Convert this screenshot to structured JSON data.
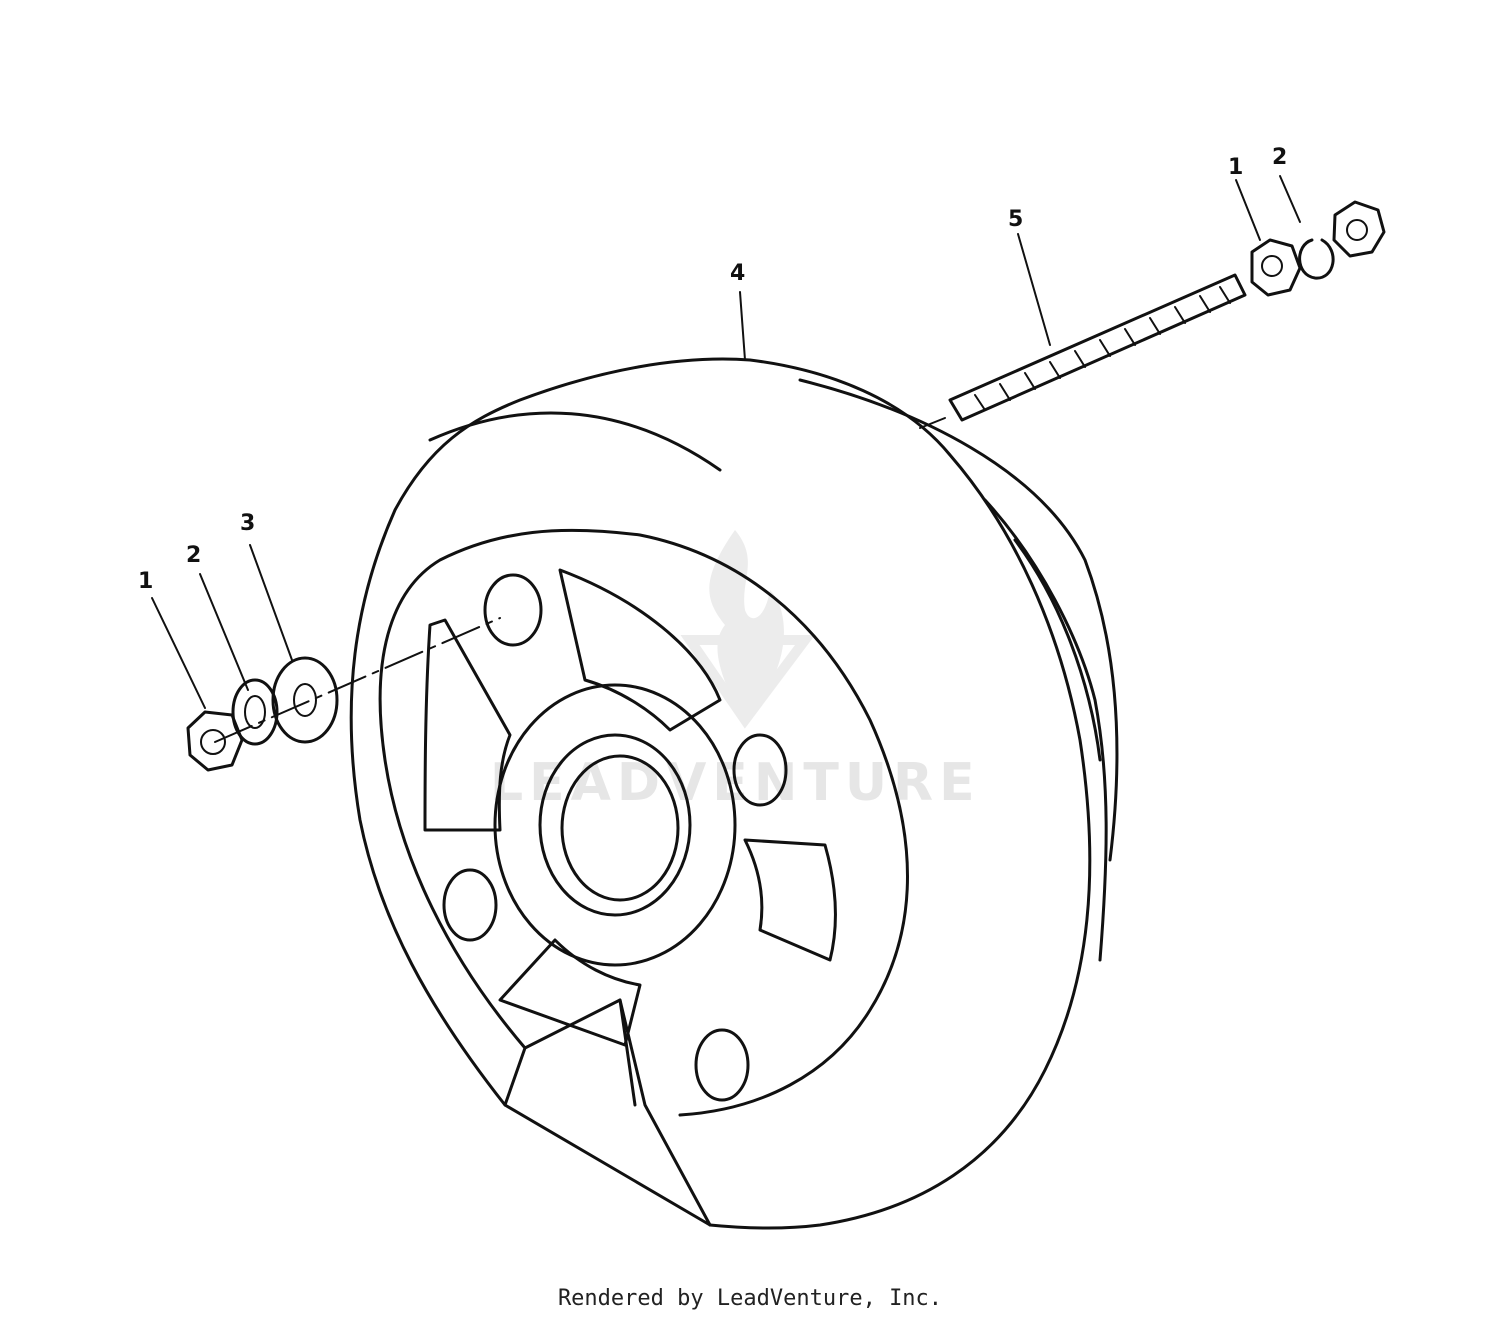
{
  "diagram": {
    "labels": {
      "nut_left": "1",
      "lockwasher_left": "2",
      "flatwasher": "3",
      "weight": "4",
      "stud": "5",
      "nut_right": "1",
      "lockwasher_right": "2"
    },
    "watermark": "LEADVENTURE"
  },
  "footer": {
    "text": "Rendered by LeadVenture, Inc."
  },
  "colors": {
    "line": "#111111",
    "watermark": "#e6e6e6",
    "background": "#ffffff"
  }
}
